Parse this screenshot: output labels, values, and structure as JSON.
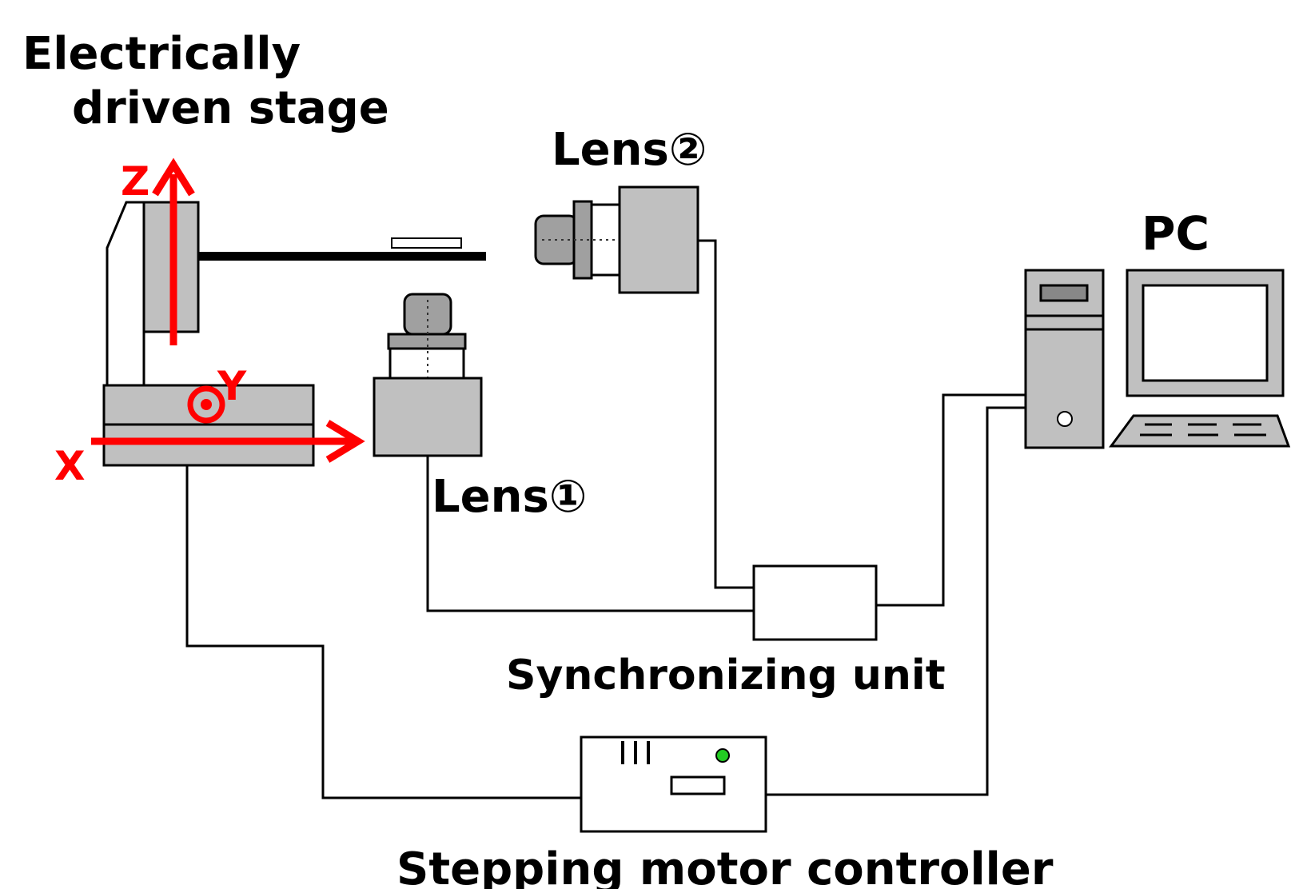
{
  "labels": {
    "stage_line1": "Electrically",
    "stage_line2": "driven stage",
    "lens2": "Lens②",
    "lens1": "Lens①",
    "pc": "PC",
    "sync_unit": "Synchronizing unit",
    "motor_controller": "Stepping motor controller"
  },
  "axes": {
    "z": "Z",
    "y": "Y",
    "x": "X"
  },
  "colors": {
    "device_fill": "#c0c0c0",
    "axis_red": "#ff0000",
    "led_green": "#22cc22",
    "line": "#000000"
  }
}
